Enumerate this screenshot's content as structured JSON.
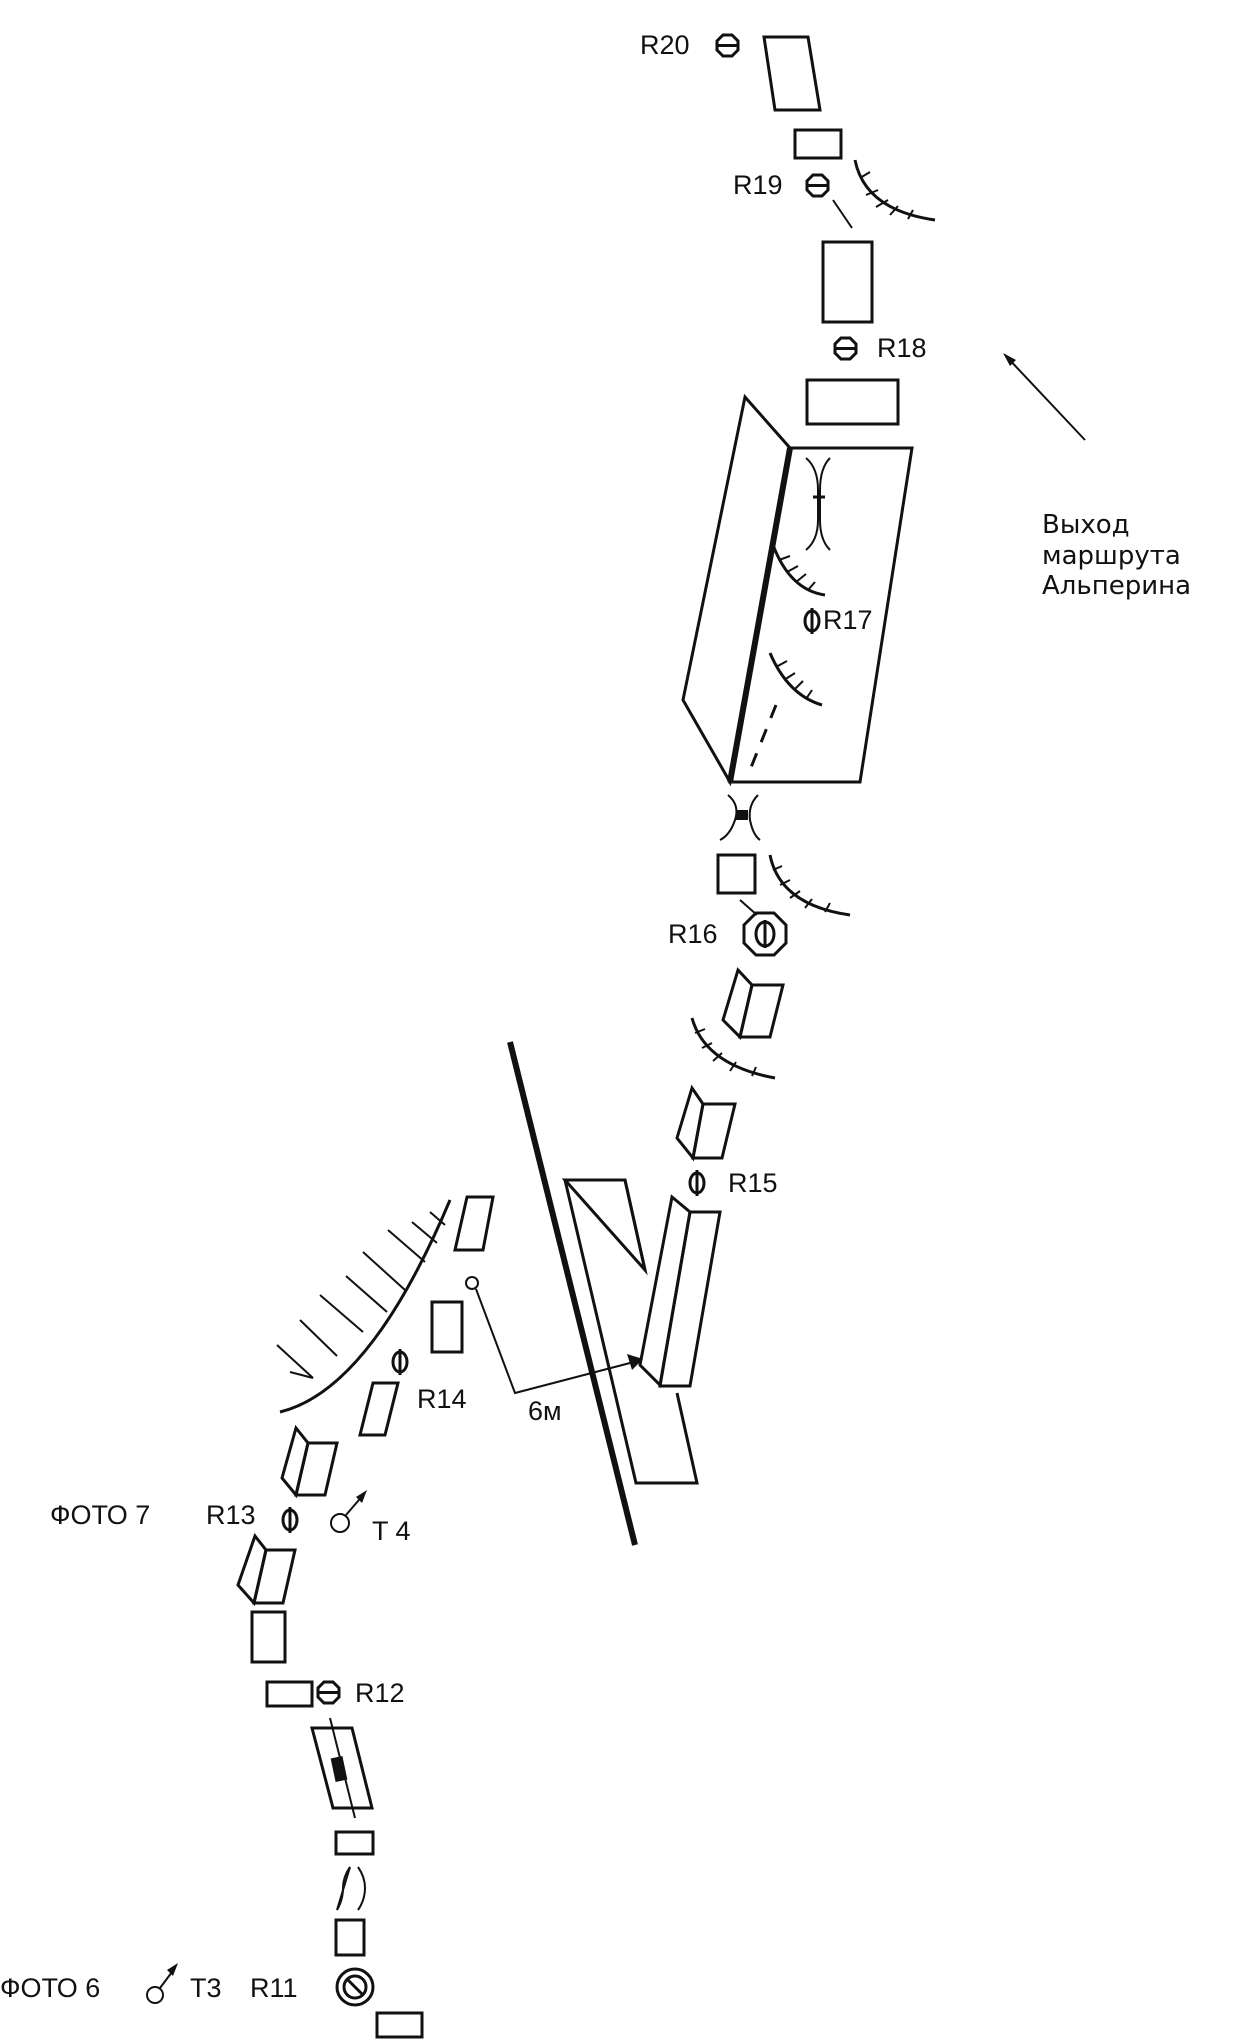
{
  "diagram": {
    "title": "Route topo sketch (R11–R20)",
    "stroke_color": "#111111",
    "background": "#ffffff"
  },
  "labels": {
    "r20": "R20",
    "r19": "R19",
    "r18": "R18",
    "r17": "R17",
    "r16": "R16",
    "r15": "R15",
    "r14": "R14",
    "r13": "R13",
    "r12": "R12",
    "r11": "R11",
    "foto7": "ФОТО 7",
    "foto6": "ФОТО 6",
    "t4": "T 4",
    "t3": "T3",
    "distance": "6м",
    "exit_note": "Выход\nмаршрута\nАльперина"
  },
  "symbols": [
    {
      "id": "r20",
      "icon": "theta-belay-icon"
    },
    {
      "id": "r19",
      "icon": "theta-belay-icon"
    },
    {
      "id": "r18",
      "icon": "theta-belay-icon"
    },
    {
      "id": "r17",
      "icon": "phi-belay-icon"
    },
    {
      "id": "r16",
      "icon": "phi-in-octagon-icon"
    },
    {
      "id": "r15",
      "icon": "phi-belay-icon"
    },
    {
      "id": "r14",
      "icon": "phi-belay-icon"
    },
    {
      "id": "r13",
      "icon": "phi-belay-icon"
    },
    {
      "id": "r12",
      "icon": "theta-belay-icon"
    },
    {
      "id": "r11",
      "icon": "slashed-circle-in-circle-icon"
    },
    {
      "id": "t4",
      "icon": "control-point-arrow-icon"
    },
    {
      "id": "t3",
      "icon": "control-point-arrow-icon"
    }
  ]
}
